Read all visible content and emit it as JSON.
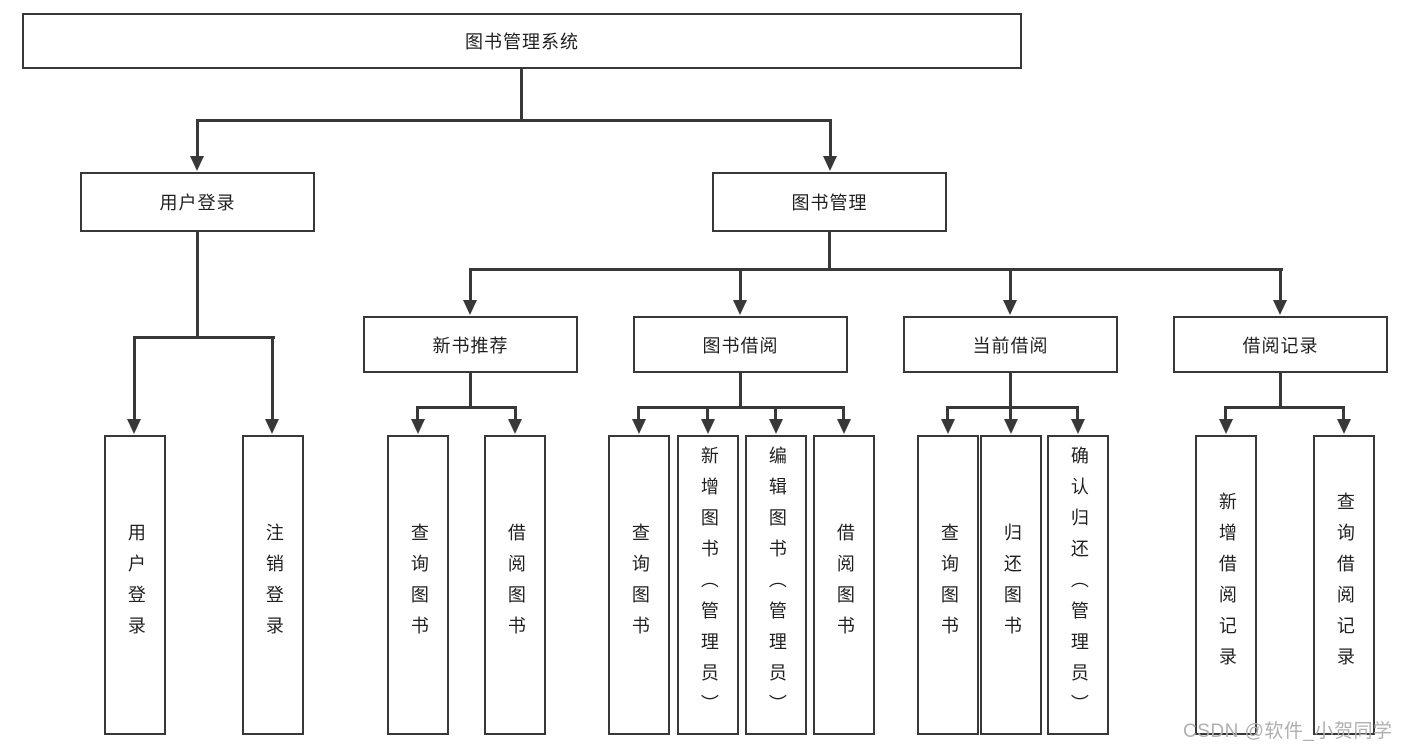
{
  "watermark": "CSDN @软件_小贺同学",
  "colors": {
    "line": "#383838",
    "border": "#383838",
    "text": "#1f1f1f",
    "watermark": "#b0b0b0",
    "background": "#ffffff"
  },
  "tree": {
    "label": "图书管理系统",
    "children": [
      {
        "label": "用户登录",
        "children": [
          {
            "label": "用户登录"
          },
          {
            "label": "注销登录"
          }
        ]
      },
      {
        "label": "图书管理",
        "children": [
          {
            "label": "新书推荐",
            "children": [
              {
                "label": "查询图书"
              },
              {
                "label": "借阅图书"
              }
            ]
          },
          {
            "label": "图书借阅",
            "children": [
              {
                "label": "查询图书"
              },
              {
                "label": "新增图书（管理员）"
              },
              {
                "label": "编辑图书（管理员）"
              },
              {
                "label": "借阅图书"
              }
            ]
          },
          {
            "label": "当前借阅",
            "children": [
              {
                "label": "查询图书"
              },
              {
                "label": "归还图书"
              },
              {
                "label": "确认归还（管理员）"
              }
            ]
          },
          {
            "label": "借阅记录",
            "children": [
              {
                "label": "新增借阅记录"
              },
              {
                "label": "查询借阅记录"
              }
            ]
          }
        ]
      }
    ]
  }
}
